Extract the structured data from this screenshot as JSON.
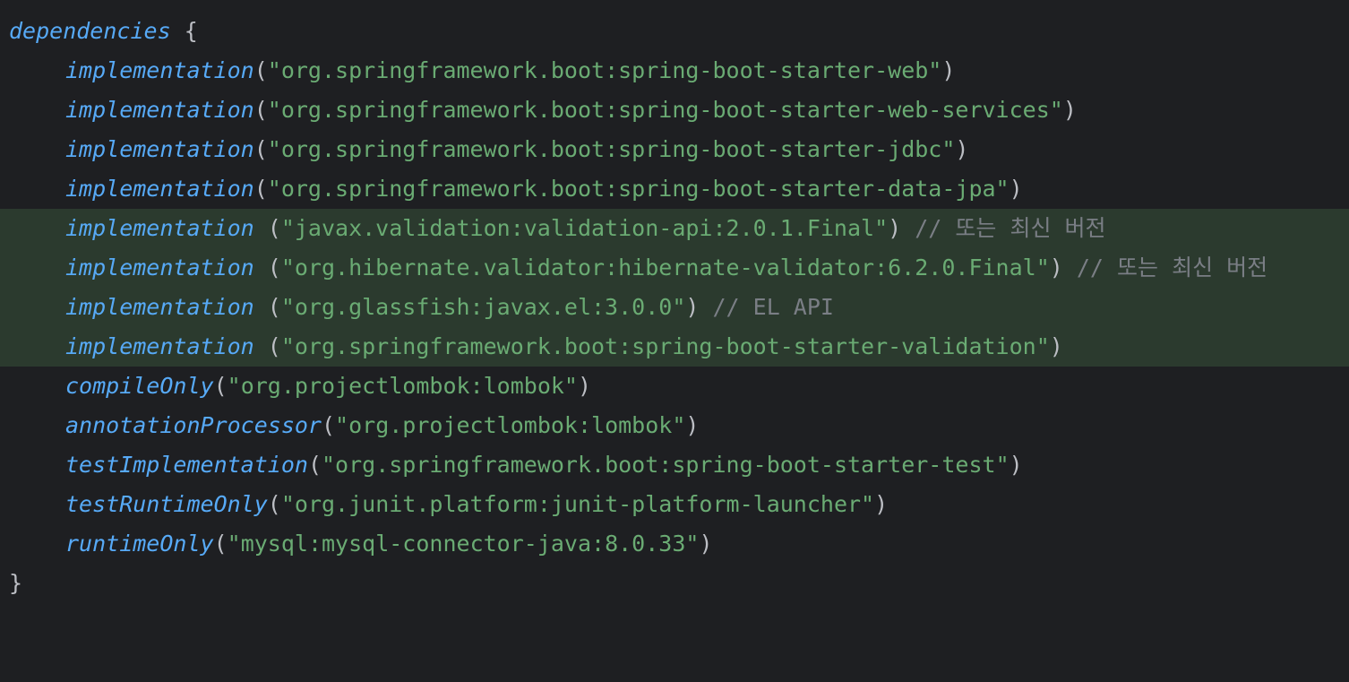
{
  "header": {
    "keyword": "dependencies",
    "open_brace": "{",
    "close_brace": "}"
  },
  "lines": [
    {
      "fn": "implementation",
      "sep": "(",
      "arg": "\"org.springframework.boot:spring-boot-starter-web\"",
      "close": ")",
      "comment": ""
    },
    {
      "fn": "implementation",
      "sep": "(",
      "arg": "\"org.springframework.boot:spring-boot-starter-web-services\"",
      "close": ")",
      "comment": ""
    },
    {
      "fn": "implementation",
      "sep": "(",
      "arg": "\"org.springframework.boot:spring-boot-starter-jdbc\"",
      "close": ")",
      "comment": ""
    },
    {
      "fn": "implementation",
      "sep": "(",
      "arg": "\"org.springframework.boot:spring-boot-starter-data-jpa\"",
      "close": ")",
      "comment": ""
    },
    {
      "fn": "implementation",
      "sep": " (",
      "arg": "\"javax.validation:validation-api:2.0.1.Final\"",
      "close": ")",
      "comment": " // 또는 최신 버전"
    },
    {
      "fn": "implementation",
      "sep": " (",
      "arg": "\"org.hibernate.validator:hibernate-validator:6.2.0.Final\"",
      "close": ")",
      "comment": " // 또는 최신 버전"
    },
    {
      "fn": "implementation",
      "sep": " (",
      "arg": "\"org.glassfish:javax.el:3.0.0\"",
      "close": ")",
      "comment": " // EL API"
    },
    {
      "fn": "implementation",
      "sep": " (",
      "arg": "\"org.springframework.boot:spring-boot-starter-validation\"",
      "close": ")",
      "comment": ""
    },
    {
      "fn": "compileOnly",
      "sep": "(",
      "arg": "\"org.projectlombok:lombok\"",
      "close": ")",
      "comment": ""
    },
    {
      "fn": "annotationProcessor",
      "sep": "(",
      "arg": "\"org.projectlombok:lombok\"",
      "close": ")",
      "comment": ""
    },
    {
      "fn": "testImplementation",
      "sep": "(",
      "arg": "\"org.springframework.boot:spring-boot-starter-test\"",
      "close": ")",
      "comment": ""
    },
    {
      "fn": "testRuntimeOnly",
      "sep": "(",
      "arg": "\"org.junit.platform:junit-platform-launcher\"",
      "close": ")",
      "comment": ""
    },
    {
      "fn": "runtimeOnly",
      "sep": "(",
      "arg": "\"mysql:mysql-connector-java:8.0.33\"",
      "close": ")",
      "comment": ""
    }
  ],
  "colors": {
    "background": "#1e1f22",
    "changed_line_background": "#2b3a2e",
    "function": "#57aaf7",
    "string": "#6aab73",
    "comment": "#7a7e85",
    "punctuation": "#bcbec4"
  }
}
